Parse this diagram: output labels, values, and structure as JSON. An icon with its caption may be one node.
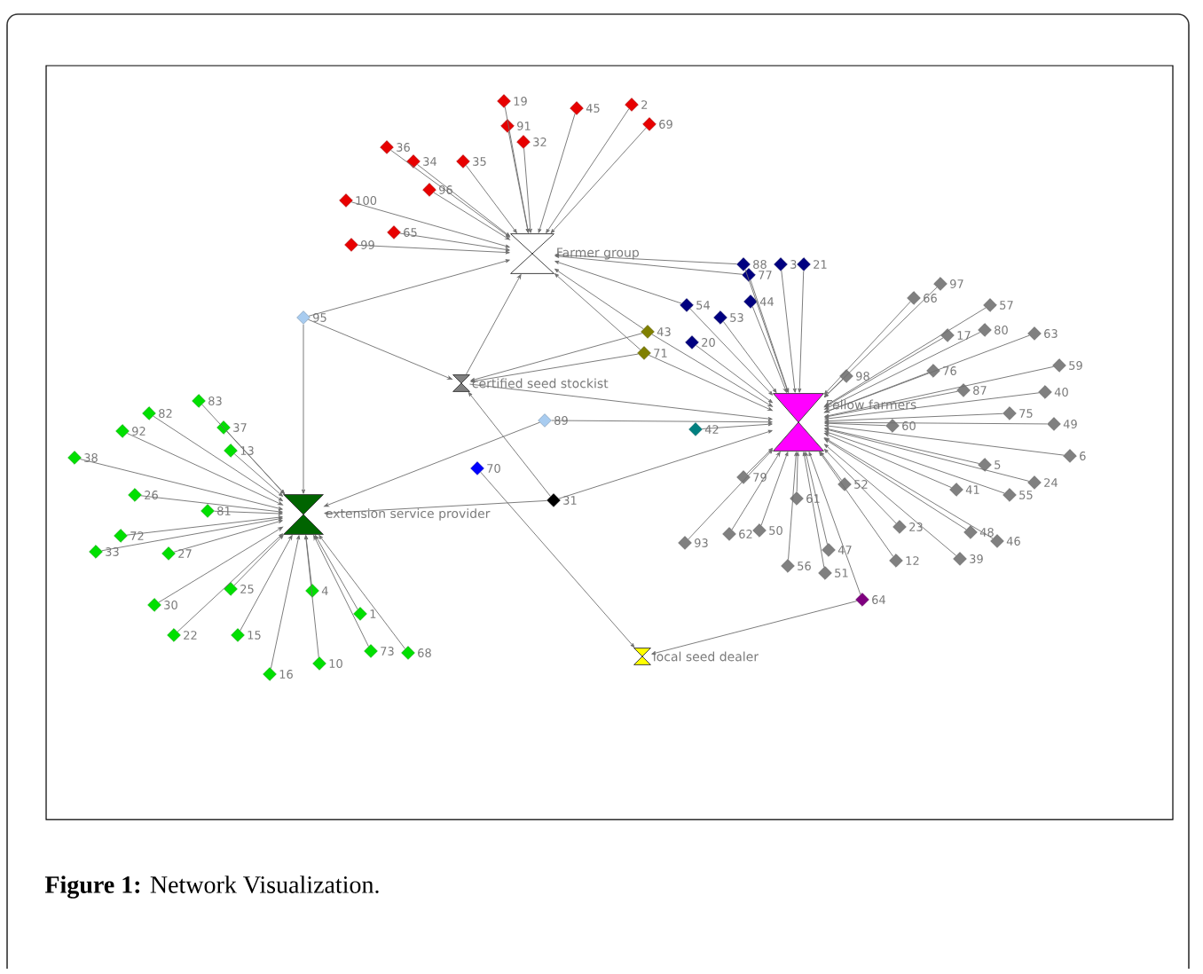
{
  "diagram": {
    "caption": "**Figure 1:** Network Visualization.",
    "nodes": [
      {
        "text": [
          "Farmer group"
        ]
      },
      {
        "text": [
          "Fellow farmers"
        ]
      },
      {
        "text": [
          "certified seed stockist"
        ]
      },
      {
        "text": [
          "extension service provider"
        ]
      },
      {
        "text": [
          "local seed dealer"
        ]
      },
      {
        "text": [
          "19"
        ]
      },
      {
        "text": [
          "91"
        ]
      },
      {
        "text": [
          "45"
        ]
      },
      {
        "text": [
          "2"
        ]
      },
      {
        "text": [
          "69"
        ]
      },
      {
        "text": [
          "32"
        ]
      },
      {
        "text": [
          "36"
        ]
      },
      {
        "text": [
          "34"
        ]
      },
      {
        "text": [
          "35"
        ]
      },
      {
        "text": [
          "96"
        ]
      },
      {
        "text": [
          "100"
        ]
      },
      {
        "text": [
          "65"
        ]
      },
      {
        "text": [
          "99"
        ]
      },
      {
        "text": [
          "88"
        ]
      },
      {
        "text": [
          "77"
        ]
      },
      {
        "text": [
          "3"
        ]
      },
      {
        "text": [
          "21"
        ]
      },
      {
        "text": [
          "54"
        ]
      },
      {
        "text": [
          "44"
        ]
      },
      {
        "text": [
          "53"
        ]
      },
      {
        "text": [
          "20"
        ]
      },
      {
        "text": [
          "43"
        ]
      },
      {
        "text": [
          "71"
        ]
      },
      {
        "text": [
          "42"
        ]
      },
      {
        "text": [
          "95"
        ]
      },
      {
        "text": [
          "89"
        ]
      },
      {
        "text": [
          "70"
        ]
      },
      {
        "text": [
          "31"
        ]
      },
      {
        "text": [
          "64"
        ]
      },
      {
        "text": [
          "97"
        ]
      },
      {
        "text": [
          "66"
        ]
      },
      {
        "text": [
          "57"
        ]
      },
      {
        "text": [
          "17"
        ]
      },
      {
        "text": [
          "80"
        ]
      },
      {
        "text": [
          "63"
        ]
      },
      {
        "text": [
          "98"
        ]
      },
      {
        "text": [
          "76"
        ]
      },
      {
        "text": [
          "59"
        ]
      },
      {
        "text": [
          "87"
        ]
      },
      {
        "text": [
          "40"
        ]
      },
      {
        "text": [
          "60"
        ]
      },
      {
        "text": [
          "75"
        ]
      },
      {
        "text": [
          "49"
        ]
      },
      {
        "text": [
          "6"
        ]
      },
      {
        "text": [
          "5"
        ]
      },
      {
        "text": [
          "24"
        ]
      },
      {
        "text": [
          "41"
        ]
      },
      {
        "text": [
          "55"
        ]
      },
      {
        "text": [
          "79"
        ]
      },
      {
        "text": [
          "61"
        ]
      },
      {
        "text": [
          "52"
        ]
      },
      {
        "text": [
          "93"
        ]
      },
      {
        "text": [
          "62"
        ]
      },
      {
        "text": [
          "50"
        ]
      },
      {
        "text": [
          "23"
        ]
      },
      {
        "text": [
          "48"
        ]
      },
      {
        "text": [
          "46"
        ]
      },
      {
        "text": [
          "47"
        ]
      },
      {
        "text": [
          "56"
        ]
      },
      {
        "text": [
          "51"
        ]
      },
      {
        "text": [
          "12"
        ]
      },
      {
        "text": [
          "39"
        ]
      },
      {
        "text": [
          "83"
        ]
      },
      {
        "text": [
          "82"
        ]
      },
      {
        "text": [
          "37"
        ]
      },
      {
        "text": [
          "92"
        ]
      },
      {
        "text": [
          "13"
        ]
      },
      {
        "text": [
          "38"
        ]
      },
      {
        "text": [
          "26"
        ]
      },
      {
        "text": [
          "81"
        ]
      },
      {
        "text": [
          "72"
        ]
      },
      {
        "text": [
          "33"
        ]
      },
      {
        "text": [
          "27"
        ]
      },
      {
        "text": [
          "25"
        ]
      },
      {
        "text": [
          "4"
        ]
      },
      {
        "text": [
          "30"
        ]
      },
      {
        "text": [
          "1"
        ]
      },
      {
        "text": [
          "22"
        ]
      },
      {
        "text": [
          "15"
        ]
      },
      {
        "text": [
          "73"
        ]
      },
      {
        "text": [
          "68"
        ]
      },
      {
        "text": [
          "10"
        ]
      },
      {
        "text": [
          "16"
        ]
      }
    ],
    "edges": [
      {
        "from": 5,
        "to": 0,
        "arrow": "to"
      },
      {
        "from": 6,
        "to": 0,
        "arrow": "to"
      },
      {
        "from": 7,
        "to": 0,
        "arrow": "to"
      },
      {
        "from": 8,
        "to": 0,
        "arrow": "to"
      },
      {
        "from": 9,
        "to": 0,
        "arrow": "to"
      },
      {
        "from": 10,
        "to": 0,
        "arrow": "to"
      },
      {
        "from": 11,
        "to": 0,
        "arrow": "to"
      },
      {
        "from": 12,
        "to": 0,
        "arrow": "to"
      },
      {
        "from": 13,
        "to": 0,
        "arrow": "to"
      },
      {
        "from": 14,
        "to": 0,
        "arrow": "to"
      },
      {
        "from": 15,
        "to": 0,
        "arrow": "to"
      },
      {
        "from": 16,
        "to": 0,
        "arrow": "to"
      },
      {
        "from": 17,
        "to": 0,
        "arrow": "to"
      },
      {
        "from": 18,
        "to": 1,
        "arrow": "to"
      },
      {
        "from": 19,
        "to": 1,
        "arrow": "to"
      },
      {
        "from": 20,
        "to": 1,
        "arrow": "to"
      },
      {
        "from": 21,
        "to": 1,
        "arrow": "to"
      },
      {
        "from": 22,
        "to": 1,
        "arrow": "to"
      },
      {
        "from": 23,
        "to": 1,
        "arrow": "to"
      },
      {
        "from": 24,
        "to": 1,
        "arrow": "to"
      },
      {
        "from": 25,
        "to": 1,
        "arrow": "to"
      },
      {
        "from": 18,
        "to": 0,
        "arrow": "to"
      },
      {
        "from": 19,
        "to": 0,
        "arrow": "to"
      },
      {
        "from": 22,
        "to": 0,
        "arrow": "to"
      },
      {
        "from": 26,
        "to": 0,
        "arrow": "to"
      },
      {
        "from": 26,
        "to": 1,
        "arrow": "to"
      },
      {
        "from": 26,
        "to": 2,
        "arrow": "to"
      },
      {
        "from": 27,
        "to": 0,
        "arrow": "to"
      },
      {
        "from": 27,
        "to": 1,
        "arrow": "to"
      },
      {
        "from": 27,
        "to": 2,
        "arrow": "to"
      },
      {
        "from": 28,
        "to": 1,
        "arrow": "to"
      },
      {
        "from": 29,
        "to": 0,
        "arrow": "to"
      },
      {
        "from": 29,
        "to": 2,
        "arrow": "to"
      },
      {
        "from": 29,
        "to": 3,
        "arrow": "to"
      },
      {
        "from": 30,
        "to": 3,
        "arrow": "to"
      },
      {
        "from": 30,
        "to": 1,
        "arrow": "to"
      },
      {
        "from": 31,
        "to": 4,
        "arrow": "to"
      },
      {
        "from": 32,
        "to": 3,
        "arrow": "to"
      },
      {
        "from": 32,
        "to": 2,
        "arrow": "to"
      },
      {
        "from": 32,
        "to": 1,
        "arrow": "to"
      },
      {
        "from": 33,
        "to": 4,
        "arrow": "to"
      },
      {
        "from": 33,
        "to": 1,
        "arrow": "to"
      },
      {
        "from": 2,
        "to": 0,
        "arrow": "to"
      },
      {
        "from": 2,
        "to": 1,
        "arrow": "to"
      },
      {
        "from": 34,
        "to": 1,
        "arrow": "to"
      },
      {
        "from": 35,
        "to": 1,
        "arrow": "to"
      },
      {
        "from": 36,
        "to": 1,
        "arrow": "to"
      },
      {
        "from": 37,
        "to": 1,
        "arrow": "to"
      },
      {
        "from": 38,
        "to": 1,
        "arrow": "to"
      },
      {
        "from": 39,
        "to": 1,
        "arrow": "to"
      },
      {
        "from": 40,
        "to": 1,
        "arrow": "to"
      },
      {
        "from": 41,
        "to": 1,
        "arrow": "to"
      },
      {
        "from": 42,
        "to": 1,
        "arrow": "to"
      },
      {
        "from": 43,
        "to": 1,
        "arrow": "to"
      },
      {
        "from": 44,
        "to": 1,
        "arrow": "to"
      },
      {
        "from": 45,
        "to": 1,
        "arrow": "to"
      },
      {
        "from": 46,
        "to": 1,
        "arrow": "to"
      },
      {
        "from": 47,
        "to": 1,
        "arrow": "to"
      },
      {
        "from": 48,
        "to": 1,
        "arrow": "to"
      },
      {
        "from": 49,
        "to": 1,
        "arrow": "to"
      },
      {
        "from": 50,
        "to": 1,
        "arrow": "to"
      },
      {
        "from": 51,
        "to": 1,
        "arrow": "to"
      },
      {
        "from": 52,
        "to": 1,
        "arrow": "to"
      },
      {
        "from": 53,
        "to": 1,
        "arrow": "to"
      },
      {
        "from": 54,
        "to": 1,
        "arrow": "to"
      },
      {
        "from": 55,
        "to": 1,
        "arrow": "to"
      },
      {
        "from": 56,
        "to": 1,
        "arrow": "to"
      },
      {
        "from": 57,
        "to": 1,
        "arrow": "to"
      },
      {
        "from": 58,
        "to": 1,
        "arrow": "to"
      },
      {
        "from": 59,
        "to": 1,
        "arrow": "to"
      },
      {
        "from": 60,
        "to": 1,
        "arrow": "to"
      },
      {
        "from": 61,
        "to": 1,
        "arrow": "to"
      },
      {
        "from": 62,
        "to": 1,
        "arrow": "to"
      },
      {
        "from": 63,
        "to": 1,
        "arrow": "to"
      },
      {
        "from": 64,
        "to": 1,
        "arrow": "to"
      },
      {
        "from": 65,
        "to": 1,
        "arrow": "to"
      },
      {
        "from": 66,
        "to": 1,
        "arrow": "to"
      },
      {
        "from": 67,
        "to": 3,
        "arrow": "to"
      },
      {
        "from": 68,
        "to": 3,
        "arrow": "to"
      },
      {
        "from": 69,
        "to": 3,
        "arrow": "to"
      },
      {
        "from": 70,
        "to": 3,
        "arrow": "to"
      },
      {
        "from": 71,
        "to": 3,
        "arrow": "to"
      },
      {
        "from": 72,
        "to": 3,
        "arrow": "to"
      },
      {
        "from": 73,
        "to": 3,
        "arrow": "to"
      },
      {
        "from": 74,
        "to": 3,
        "arrow": "to"
      },
      {
        "from": 75,
        "to": 3,
        "arrow": "to"
      },
      {
        "from": 76,
        "to": 3,
        "arrow": "to"
      },
      {
        "from": 77,
        "to": 3,
        "arrow": "to"
      },
      {
        "from": 78,
        "to": 3,
        "arrow": "to"
      },
      {
        "from": 79,
        "to": 3,
        "arrow": "to"
      },
      {
        "from": 80,
        "to": 3,
        "arrow": "to"
      },
      {
        "from": 81,
        "to": 3,
        "arrow": "to"
      },
      {
        "from": 82,
        "to": 3,
        "arrow": "to"
      },
      {
        "from": 83,
        "to": 3,
        "arrow": "to"
      },
      {
        "from": 84,
        "to": 3,
        "arrow": "to"
      },
      {
        "from": 85,
        "to": 3,
        "arrow": "to"
      },
      {
        "from": 86,
        "to": 3,
        "arrow": "to"
      },
      {
        "from": 87,
        "to": 3,
        "arrow": "to"
      }
    ]
  }
}
